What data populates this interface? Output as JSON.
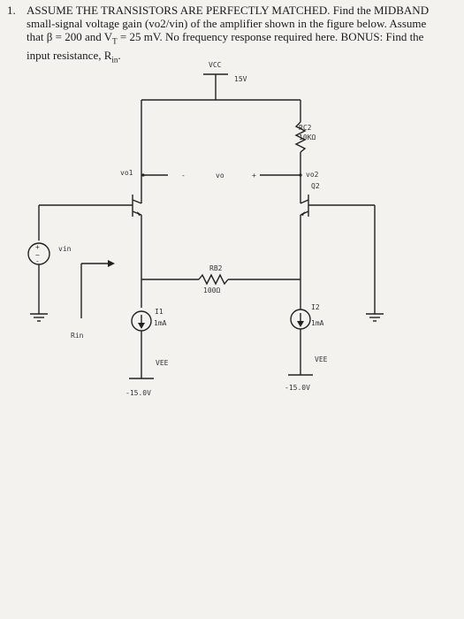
{
  "question": {
    "number": "1.",
    "line1": "ASSUME THE TRANSISTORS ARE PERFECTLY MATCHED. Find the MIDBAND",
    "line2": "small-signal voltage gain (vo2/vin) of the amplifier shown in the figure below. Assume",
    "line3": "that β = 200 and V",
    "line3_sub": "T",
    "line3_rest": " = 25 mV. No frequency response required here. BONUS: Find the",
    "line4": "input resistance, R",
    "line4_sub": "in",
    "line4_end": "."
  },
  "schematic": {
    "vcc_label": "VCC",
    "vcc_value": "15V",
    "rc2_name": "RC2",
    "rc2_value": "10KΩ",
    "vo1_label": "vo1",
    "minus_sign": "-",
    "vo_label": "vo",
    "plus_sign": "+",
    "vo2_label": "vo2",
    "q2_label": "Q2",
    "vin_label": "vin",
    "source_plus": "+",
    "source_tilde": "~",
    "source_minus": "-",
    "rb2_name": "RB2",
    "rb2_value": "100Ω",
    "i1_name": "I1",
    "i1_value": "1mA",
    "i2_name": "I2",
    "i2_value": "1mA",
    "rin_label": "Rin",
    "vee_left": "VEE",
    "vee_right": "VEE",
    "vee_left_value": "-15.0V",
    "vee_right_value": "-15.0V"
  }
}
